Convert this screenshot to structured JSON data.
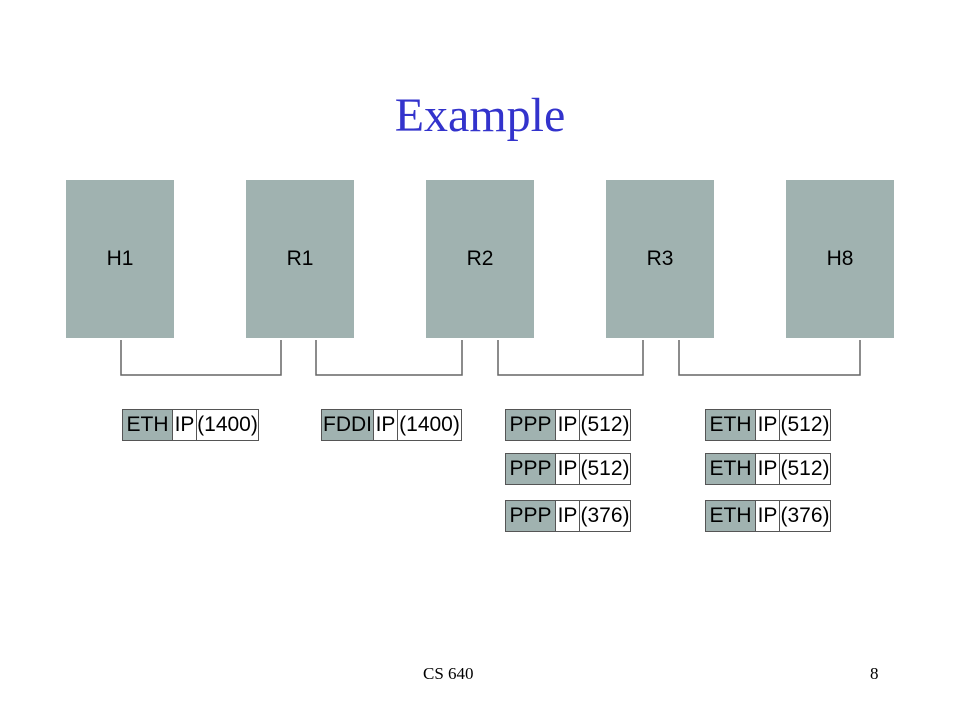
{
  "title": "Example",
  "nodes": [
    "H1",
    "R1",
    "R2",
    "R3",
    "H8"
  ],
  "colors": {
    "title": "#3333cc",
    "node_fill": "#a0b2b0",
    "header_fill": "#a0b2b0"
  },
  "packets": {
    "link1": [
      {
        "l2": "ETH",
        "ip": "IP",
        "size": "(1400)"
      }
    ],
    "link2": [
      {
        "l2": "FDDI",
        "ip": "IP",
        "size": "(1400)"
      }
    ],
    "link3": [
      {
        "l2": "PPP",
        "ip": "IP",
        "size": "(512)"
      },
      {
        "l2": "PPP",
        "ip": "IP",
        "size": "(512)"
      },
      {
        "l2": "PPP",
        "ip": "IP",
        "size": "(376)"
      }
    ],
    "link4": [
      {
        "l2": "ETH",
        "ip": "IP",
        "size": "(512)"
      },
      {
        "l2": "ETH",
        "ip": "IP",
        "size": "(512)"
      },
      {
        "l2": "ETH",
        "ip": "IP",
        "size": "(376)"
      }
    ]
  },
  "footer": {
    "course": "CS 640",
    "page": "8"
  }
}
